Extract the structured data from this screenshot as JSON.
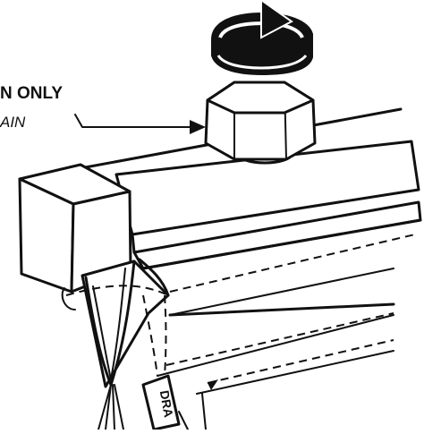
{
  "callout": {
    "line1": "N ONLY",
    "line2": "AIN"
  },
  "tag": {
    "text": "DRA"
  },
  "colors": {
    "ink": "#111111",
    "paper": "#ffffff"
  }
}
